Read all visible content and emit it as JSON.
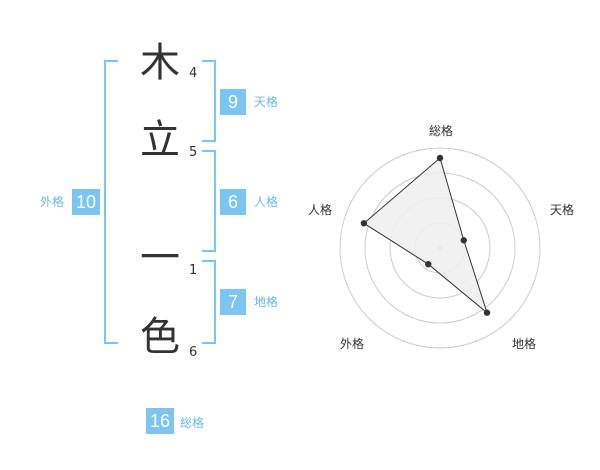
{
  "name": {
    "chars": [
      {
        "char": "木",
        "strokes": "4"
      },
      {
        "char": "立",
        "strokes": "5"
      },
      {
        "char": "一",
        "strokes": "1"
      },
      {
        "char": "色",
        "strokes": "6"
      }
    ]
  },
  "kaku": {
    "tenkaku": {
      "value": "9",
      "label": "天格"
    },
    "jinkaku": {
      "value": "6",
      "label": "人格"
    },
    "chikaku": {
      "value": "7",
      "label": "地格"
    },
    "gaikaku": {
      "value": "10",
      "label": "外格"
    },
    "soukaku": {
      "value": "16",
      "label": "総格"
    }
  },
  "chart_data": {
    "type": "radar",
    "axes": [
      "総格",
      "天格",
      "地格",
      "外格",
      "人格"
    ],
    "values": [
      0.9,
      0.25,
      0.8,
      0.2,
      0.8
    ],
    "max": 1,
    "rings": 4,
    "colors": {
      "fill": "#eeeeee",
      "line": "#333333",
      "grid": "#cccccc",
      "point": "#333333"
    }
  }
}
